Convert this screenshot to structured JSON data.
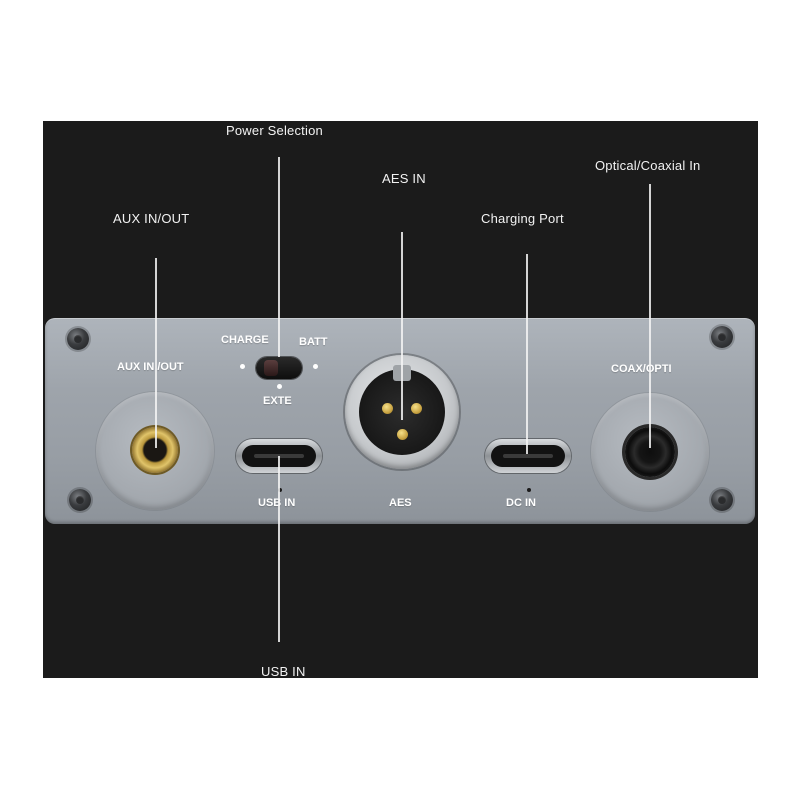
{
  "callouts": {
    "power_selection": "Power Selection",
    "aes_in": "AES IN",
    "optical_coaxial_in": "Optical/Coaxial In",
    "aux_in_out": "AUX IN/OUT",
    "charging_port": "Charging Port",
    "usb_in": "USB IN"
  },
  "panel_labels": {
    "aux": "AUX IN /OUT",
    "charge": "CHARGE",
    "batt": "BATT",
    "exte": "EXTE",
    "usb": "USB IN",
    "aes": "AES",
    "dc": "DC IN",
    "coax": "COAX/OPTI"
  },
  "colors": {
    "background": "#1b1b1b",
    "panel": "#a3a9b0",
    "label_text": "#ffffff",
    "jack_gold": "#d4b55a"
  }
}
